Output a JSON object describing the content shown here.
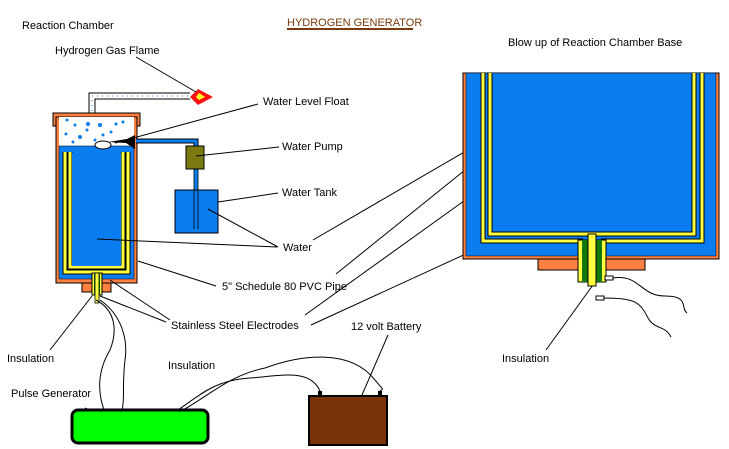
{
  "title": "HYDROGEN GENERATOR",
  "colors": {
    "water": "#0a7df0",
    "pvc_pipe": "#ff8040",
    "electrode": "#ffff40",
    "insulation": "#107a10",
    "pump": "#7a7a10",
    "flame_outer": "#ff1010",
    "flame_inner": "#ffff20",
    "pulse_generator": "#00ff00",
    "battery": "#7a3408",
    "title_underline": "#7a3a0a"
  },
  "labels": {
    "reaction_chamber": "Reaction Chamber",
    "hydrogen_gas_flame": "Hydrogen Gas Flame",
    "water_level_float": "Water Level Float",
    "water_pump": "Water Pump",
    "water_tank": "Water Tank",
    "water": "Water",
    "pvc_pipe": "5\" Schedule 80 PVC Pipe",
    "electrodes": "Stainless Steel Electrodes",
    "insulation_left": "Insulation",
    "insulation_mid": "Insulation",
    "insulation_right": "Insulation",
    "battery": "12 volt Battery",
    "pulse_generator": "Pulse Generator",
    "blowup_title": "Blow up of Reaction Chamber Base"
  }
}
